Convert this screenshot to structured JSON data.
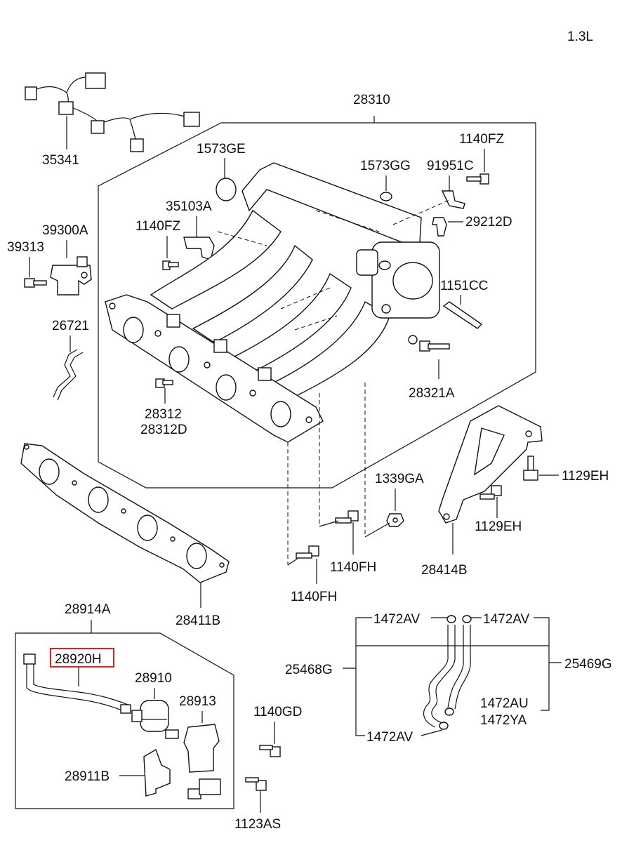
{
  "variant": "1.3L",
  "parts": {
    "p28310": "28310",
    "p35341": "35341",
    "p1573GE": "1573GE",
    "p1573GG": "1573GG",
    "p91951C": "91951C",
    "p1140FZ_a": "1140FZ",
    "p1140FZ_b": "1140FZ",
    "p29212D": "29212D",
    "p35103A": "35103A",
    "p39300A": "39300A",
    "p39313": "39313",
    "p1151CC": "1151CC",
    "p26721": "26721",
    "p28321A": "28321A",
    "p28312": "28312",
    "p28312D": "28312D",
    "p1339GA": "1339GA",
    "p1129EH_a": "1129EH",
    "p1129EH_b": "1129EH",
    "p1140FH_a": "1140FH",
    "p1140FH_b": "1140FH",
    "p28414B": "28414B",
    "p28411B": "28411B",
    "p28914A": "28914A",
    "p28920H": "28920H",
    "p28910": "28910",
    "p28913": "28913",
    "p28911B": "28911B",
    "p1140GD": "1140GD",
    "p1123AS": "1123AS",
    "p1472AV_a": "1472AV",
    "p1472AV_b": "1472AV",
    "p1472AV_c": "1472AV",
    "p25468G": "25468G",
    "p25469G": "25469G",
    "p1472AU": "1472AU",
    "p1472YA": "1472YA"
  },
  "highlight_color": "#e02020"
}
